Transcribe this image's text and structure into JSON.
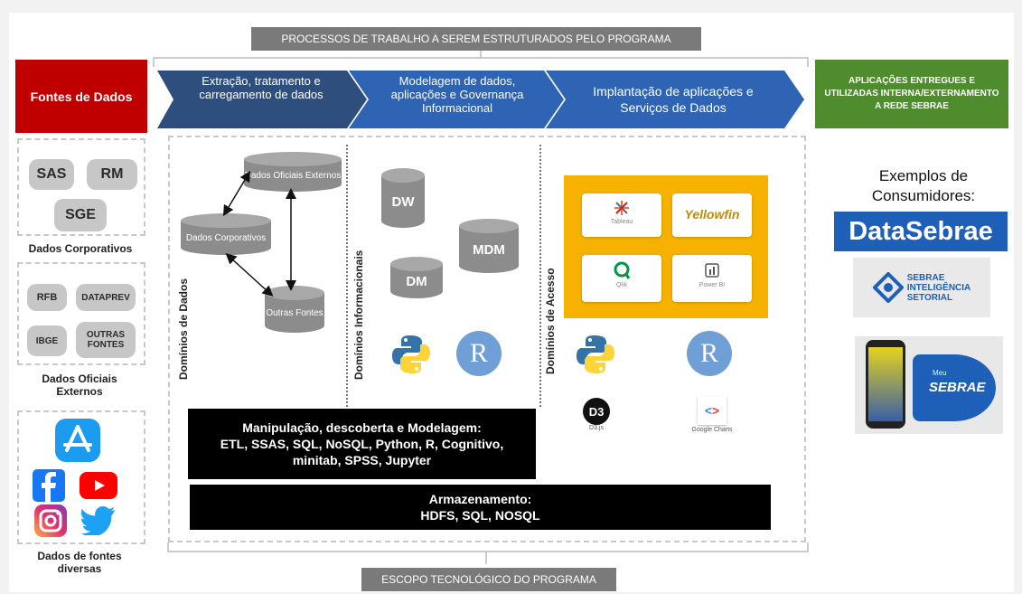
{
  "header": {
    "processes_label": "PROCESSOS DE TRABALHO A SEREM ESTRUTURADOS PELO PROGRAMA"
  },
  "footer": {
    "scope_label": "ESCOPO TECNOLÓGICO DO PROGRAMA"
  },
  "sources": {
    "title": "Fontes de Dados",
    "corporate": {
      "items": [
        "SAS",
        "RM",
        "SGE"
      ],
      "label": "Dados Corporativos"
    },
    "official": {
      "items": [
        "RFB",
        "DATAPREV",
        "IBGE",
        "OUTRAS FONTES"
      ],
      "label": "Dados Oficiais Externos"
    },
    "diverse": {
      "label": "Dados de fontes diversas"
    }
  },
  "process_steps": [
    "Extração, tratamento e carregamento de dados",
    "Modelagem de dados, aplicações e Governança Informacional",
    "Implantação de aplicações e Serviços de Dados"
  ],
  "apps_box": "APLICAÇÕES ENTREGUES E UTILIZADAS INTERNA/EXTERNAMENTO A REDE SEBRAE",
  "domains": {
    "data": {
      "label": "Domínios de Dados",
      "nodes": [
        "Dados Oficiais Externos",
        "Dados Corporativos",
        "Outras Fontes"
      ]
    },
    "info": {
      "label": "Domínios Informacionais",
      "stores": [
        "DW",
        "MDM",
        "DM"
      ]
    },
    "access": {
      "label": "Domínios de Acesso",
      "tools": [
        "Tableau",
        "Yellowfin",
        "Qlik",
        "Power BI"
      ],
      "libs": [
        "D3.js",
        "Google Charts"
      ]
    }
  },
  "languages": {
    "r": "R"
  },
  "manipulation": {
    "line1": "Manipulação, descoberta e Modelagem:",
    "line2": "ETL, SSAS, SQL, NoSQL, Python, R, Cognitivo,",
    "line3": "minitab, SPSS, Jupyter"
  },
  "storage": {
    "line1": "Armazenamento:",
    "line2": "HDFS, SQL, NOSQL"
  },
  "consumers": {
    "title_line1": "Exemplos de",
    "title_line2": "Consumidores:",
    "datasebrae": "DataSebrae",
    "sebrae_intel": [
      "SEBRAE",
      "INTELIGÊNCIA",
      "SETORIAL"
    ],
    "meu": "Meu",
    "sebrae_app": "SEBRAE"
  },
  "colors": {
    "red": "#c00000",
    "green": "#4e8c2d",
    "navy": "#2e4e7e",
    "blue": "#2f63b3",
    "orange": "#f7b200",
    "datasebrae": "#1e5fb8"
  }
}
